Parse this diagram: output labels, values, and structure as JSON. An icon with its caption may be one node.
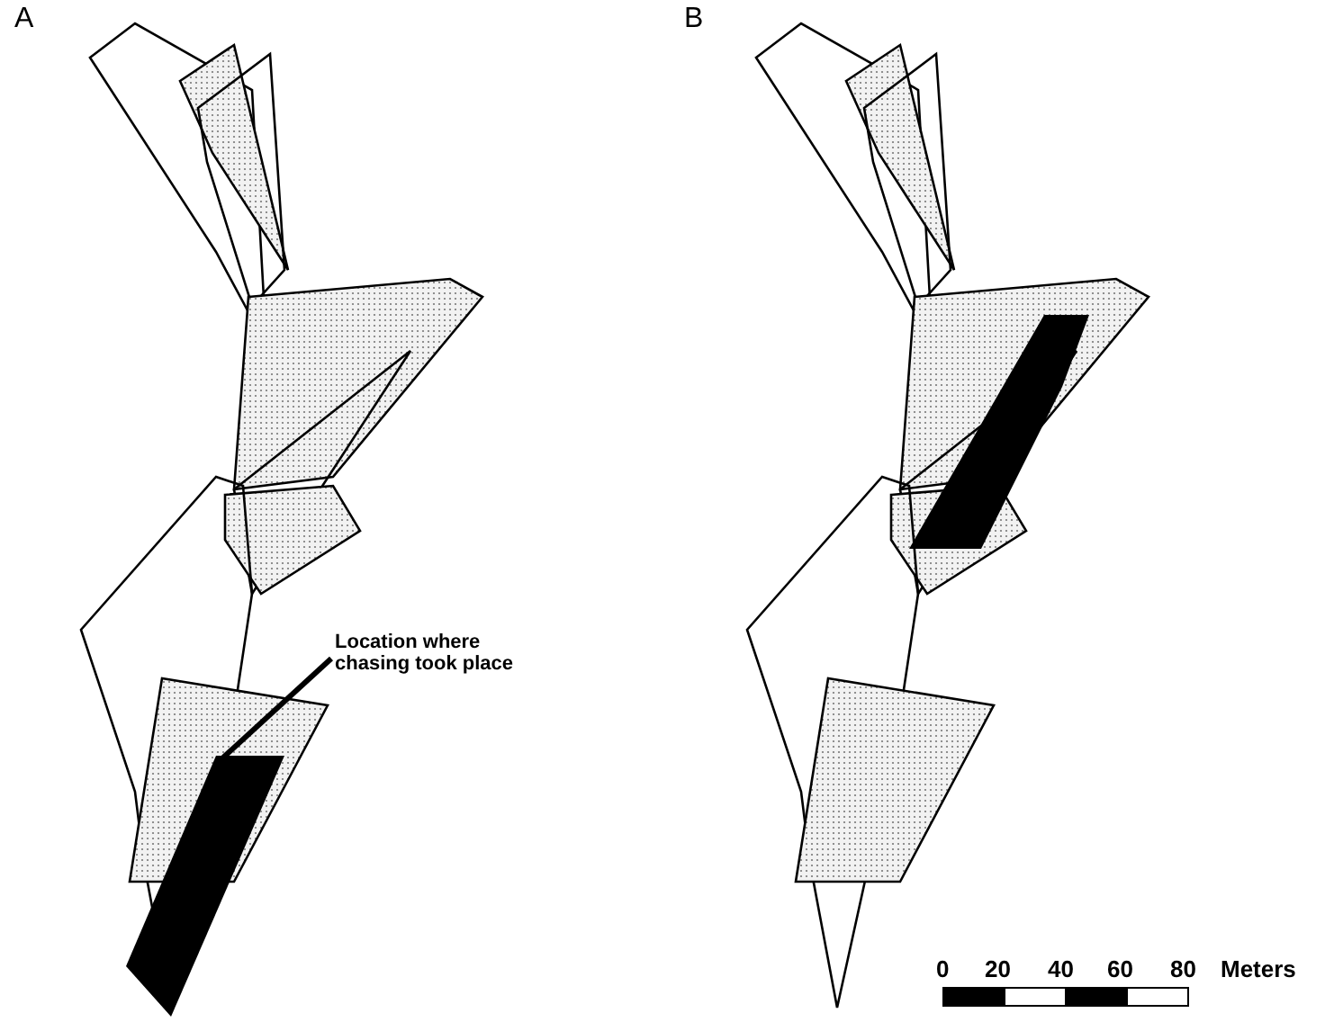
{
  "diagram": {
    "nodes": [
      {
        "text": [
          "Location where chasing took place"
        ]
      },
      {
        "text": [],
        "shape": "polygon"
      },
      {
        "text": [],
        "shape": "polygon"
      }
    ],
    "edges": [
      {
        "from": 0,
        "to": 1,
        "arrow": "none"
      }
    ],
    "labels": [
      "A",
      "B",
      "0",
      "20",
      "40",
      "60",
      "80",
      "Meters"
    ]
  }
}
